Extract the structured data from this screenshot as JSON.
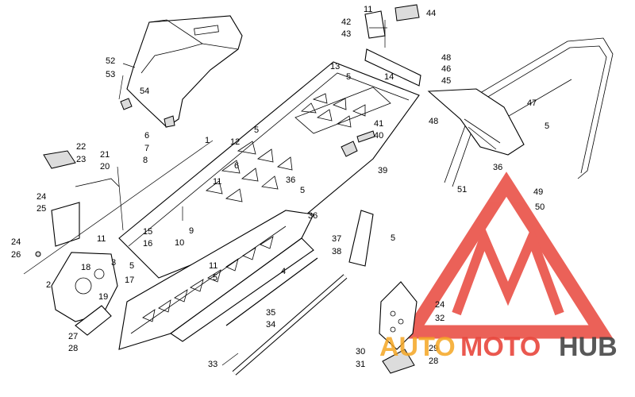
{
  "callouts": {
    "c1": "1",
    "c2": "2",
    "c3": "3",
    "c4": "4",
    "c5a": "5",
    "c5b": "5",
    "c5c": "5",
    "c5d": "5",
    "c5e": "5",
    "c5f": "5",
    "c5g": "5",
    "c6a": "6",
    "c6b": "6",
    "c7": "7",
    "c8": "8",
    "c9": "9",
    "c10": "10",
    "c11a": "11",
    "c11b": "11",
    "c11c": "11",
    "c11d": "11",
    "c12": "12",
    "c13": "13",
    "c14": "14",
    "c15": "15",
    "c16": "16",
    "c17": "17",
    "c18": "18",
    "c19": "19",
    "c20": "20",
    "c21": "21",
    "c22": "22",
    "c23": "23",
    "c24a": "24",
    "c24b": "24",
    "c24c": "24",
    "c25": "25",
    "c26": "26",
    "c27": "27",
    "c28a": "28",
    "c28b": "28",
    "c29": "29",
    "c30": "30",
    "c31": "31",
    "c32": "32",
    "c33": "33",
    "c34": "34",
    "c35": "35",
    "c36a": "36",
    "c36b": "36",
    "c36c": "36",
    "c37": "37",
    "c38": "38",
    "c39": "39",
    "c40": "40",
    "c41": "41",
    "c42": "42",
    "c43": "43",
    "c44": "44",
    "c45": "45",
    "c46": "46",
    "c47": "47",
    "c48a": "48",
    "c48b": "48",
    "c49": "49",
    "c50": "50",
    "c51": "51",
    "c52": "52",
    "c53": "53",
    "c54": "54"
  },
  "watermark": {
    "part1": "AUTO",
    "part2": "MOTO",
    "part3": "HUB",
    "colors": {
      "red": "#e8463c",
      "gray": "#3c3c3c",
      "orange": "#f5a623"
    }
  }
}
